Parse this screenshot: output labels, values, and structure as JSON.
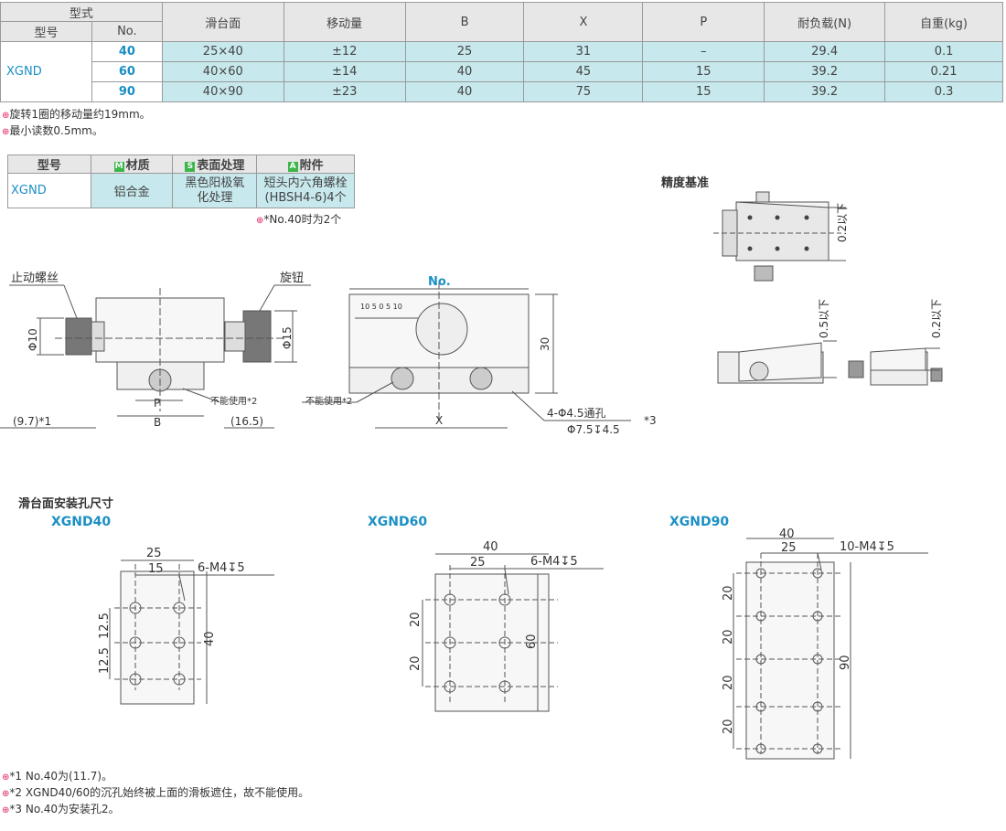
{
  "spec_table": {
    "header": {
      "form": "型式",
      "model": "型号",
      "no": "No.",
      "slide_surface": "滑台面",
      "travel": "移动量",
      "b": "B",
      "x": "X",
      "p": "P",
      "load": "耐负载(N)",
      "weight": "自重(kg)"
    },
    "model_name": "XGND",
    "rows": [
      {
        "no": "40",
        "slide": "25×40",
        "travel": "±12",
        "b": "25",
        "x": "31",
        "p": "–",
        "load": "29.4",
        "weight": "0.1"
      },
      {
        "no": "60",
        "slide": "40×60",
        "travel": "±14",
        "b": "40",
        "x": "45",
        "p": "15",
        "load": "39.2",
        "weight": "0.21"
      },
      {
        "no": "90",
        "slide": "40×90",
        "travel": "±23",
        "b": "40",
        "x": "75",
        "p": "15",
        "load": "39.2",
        "weight": "0.3"
      }
    ]
  },
  "notes_top": [
    "旋转1圈的移动量约19mm。",
    "最小读数0.5mm。"
  ],
  "material_table": {
    "h_model": "型号",
    "h_material_badge": "M",
    "h_material": "材质",
    "h_surface_badge": "S",
    "h_surface": "表面处理",
    "h_accessory_badge": "A",
    "h_accessory": "附件",
    "model": "XGND",
    "material": "铝合金",
    "surface_1": "黑色阳极氧",
    "surface_2": "化处理",
    "accessory_1": "短头内六角螺栓",
    "accessory_2": "(HBSH4-6)4个",
    "note": "*No.40时为2个"
  },
  "precision_title": "精度基准",
  "precision_labels": {
    "a": "0.2以下",
    "b": "0.5以下",
    "c": "0.2以下"
  },
  "side_view": {
    "stop_screw": "止动螺丝",
    "knob": "旋钮",
    "phi10": "Φ10",
    "phi15": "Φ15",
    "p": "P",
    "b": "B",
    "unusable": "不能使用*2",
    "dim_97": "(9.7)*1",
    "dim_165": "(16.5)"
  },
  "front_view": {
    "no_label": "No.",
    "scale": "10 5 0 5 10",
    "dim_30": "30",
    "x": "X",
    "unusable": "不能使用*2",
    "hole_1": "4-Φ4.5通孔",
    "hole_2": "Φ7.5↧4.5",
    "star3": "*3"
  },
  "mount_title": "滑台面安装孔尺寸",
  "mount": {
    "g40": {
      "name": "XGND40",
      "d25": "25",
      "d15": "15",
      "thread": "6-M4↧5",
      "d125a": "12.5",
      "d125b": "12.5",
      "d40": "40"
    },
    "g60": {
      "name": "XGND60",
      "d40": "40",
      "d25": "25",
      "thread": "6-M4↧5",
      "d20a": "20",
      "d20b": "20",
      "d60": "60"
    },
    "g90": {
      "name": "XGND90",
      "d40": "40",
      "d25": "25",
      "thread": "10-M4↧5",
      "d20a": "20",
      "d20b": "20",
      "d20c": "20",
      "d20d": "20",
      "d90": "90"
    }
  },
  "notes_bottom": [
    "*1 No.40为(11.7)。",
    "*2 XGND40/60的沉孔始终被上面的滑板遮住，故不能使用。",
    "*3 No.40为安装孔2。"
  ],
  "icon_glyph": "⊕"
}
